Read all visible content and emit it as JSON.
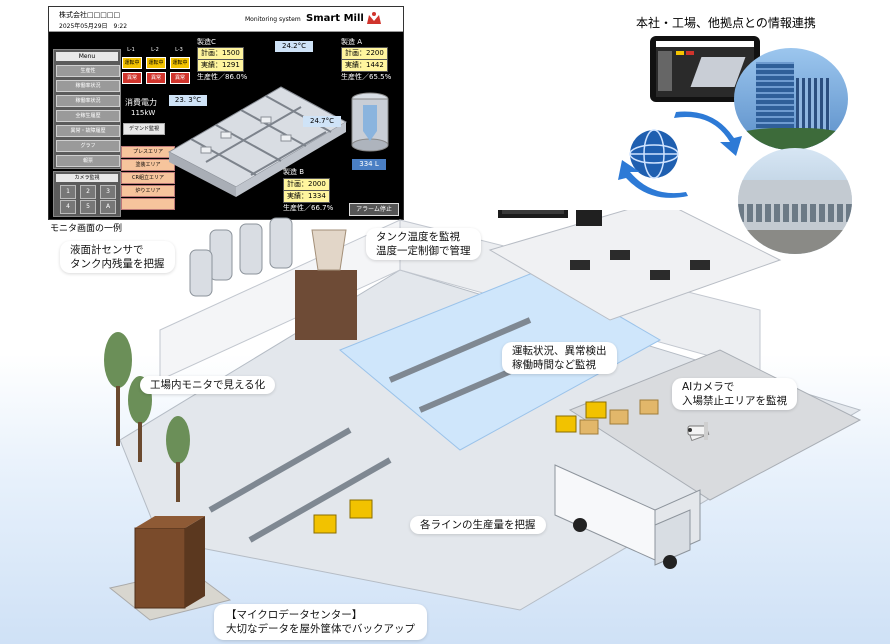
{
  "monitor": {
    "company": "株式会社□□□□□",
    "datetime": "2025年05月29日　9:22",
    "system_label": "Monitoring system",
    "brand": "Smart Mill",
    "menu_title": "Menu",
    "menu_items": [
      "生産性",
      "稼働率状況",
      "稼働率状況",
      "全稼生履歴",
      "異常・故障履歴",
      "グラフ",
      "報票"
    ],
    "camera_title": "カメラ監視",
    "camera_buttons": [
      "1",
      "2",
      "3",
      "4",
      "5",
      "A"
    ],
    "lines": [
      {
        "name": "L-1",
        "status": "運転中",
        "alarm": "異常"
      },
      {
        "name": "L-2",
        "status": "運転中",
        "alarm": "異常"
      },
      {
        "name": "L-3",
        "status": "運転中",
        "alarm": "異常"
      }
    ],
    "power_label": "消費電力",
    "power_value": "115kW",
    "demand_label": "デマンド監視",
    "temps": {
      "top": "24.2°C",
      "left": "23. 3°C",
      "right": "24.7°C"
    },
    "zones": [
      "プレスエリア",
      "塗装エリア",
      "CR組立エリア",
      "炉りエリア"
    ],
    "prod_c": {
      "title": "製造C",
      "plan": "計画：1500",
      "actual": "実績：1291",
      "rate": "生産性／86.0%"
    },
    "prod_a": {
      "title": "製造 A",
      "plan": "計画：2200",
      "actual": "実績：1442",
      "rate": "生産性／65.5%"
    },
    "prod_b": {
      "title": "製造 B",
      "plan": "計画：2000",
      "actual": "実績：1334",
      "rate": "生産性／66.7%"
    },
    "tank": "334 L",
    "alarm_reset": "アラーム停止"
  },
  "monitor_caption": "モニタ画面の一例",
  "callouts": {
    "hq": "本社・工場、他拠点との情報連携",
    "level_sensor": [
      "液面計センサで",
      "タンク内残量を把握"
    ],
    "tank_temp": [
      "タンク温度を監視",
      "温度一定制御で管理"
    ],
    "operation": [
      "運転状況、異常検出",
      "稼働時間など監視"
    ],
    "factory_monitor": "工場内モニタで見える化",
    "ai_camera": [
      "AIカメラで",
      "入場禁止エリアを監視"
    ],
    "line_output": "各ラインの生産量を把握",
    "datacenter": [
      "【マイクロデータセンター】",
      "大切なデータを屋外筐体でバックアップ"
    ]
  },
  "colors": {
    "brand_red": "#d0342c",
    "temp_blue": "#cfe3f7",
    "info_yellow": "#fff59e",
    "zone_orange": "#f6c49c"
  }
}
